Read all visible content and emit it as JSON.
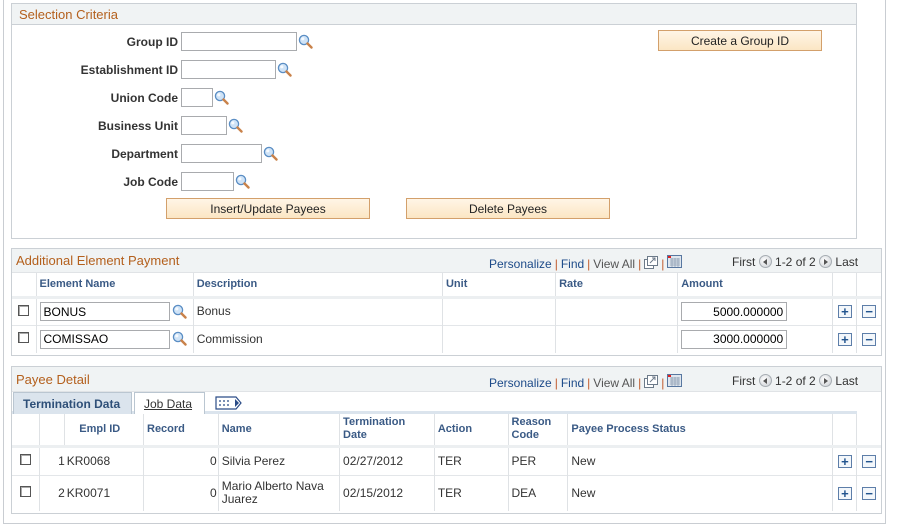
{
  "selection": {
    "title": "Selection Criteria",
    "fields": [
      {
        "label": "Group ID",
        "value": ""
      },
      {
        "label": "Establishment ID",
        "value": ""
      },
      {
        "label": "Union Code",
        "value": ""
      },
      {
        "label": "Business Unit",
        "value": ""
      },
      {
        "label": "Department",
        "value": ""
      },
      {
        "label": "Job Code",
        "value": ""
      }
    ],
    "create_group_button": "Create a Group ID",
    "insert_update_button": "Insert/Update Payees",
    "delete_button": "Delete Payees"
  },
  "grid_nav": {
    "personalize": "Personalize",
    "find": "Find",
    "view_all": "View All",
    "first": "First",
    "range": "1-2 of 2",
    "last": "Last",
    "separator": "|"
  },
  "element_payment": {
    "title": "Additional Element Payment",
    "columns": [
      "Element Name",
      "Description",
      "Unit",
      "Rate",
      "Amount"
    ],
    "rows": [
      {
        "element_name": "BONUS",
        "description": "Bonus",
        "unit": "",
        "rate": "",
        "amount": "5000.000000"
      },
      {
        "element_name": "COMISSAO",
        "description": "Commission",
        "unit": "",
        "rate": "",
        "amount": "3000.000000"
      }
    ]
  },
  "payee_detail": {
    "title": "Payee Detail",
    "tabs": [
      "Termination Data",
      "Job Data"
    ],
    "columns": [
      "Empl ID",
      "Record",
      "Name",
      "Termination Date",
      "Action",
      "Reason Code",
      "Payee Process Status"
    ],
    "rows": [
      {
        "num": "1",
        "empl_id": "KR0068",
        "record": "0",
        "name": "Silvia Perez",
        "term_date": "02/27/2012",
        "action": "TER",
        "reason": "PER",
        "status": "New"
      },
      {
        "num": "2",
        "empl_id": "KR0071",
        "record": "0",
        "name": "Mario Alberto Nava Juarez",
        "term_date": "02/15/2012",
        "action": "TER",
        "reason": "DEA",
        "status": "New"
      }
    ]
  },
  "icons": {
    "plus": "+",
    "minus": "−"
  },
  "colors": {
    "section_title": "#b4601d",
    "link": "#1c4a89",
    "header_text": "#3a5a85",
    "button_bg": "#fbe6c4"
  }
}
